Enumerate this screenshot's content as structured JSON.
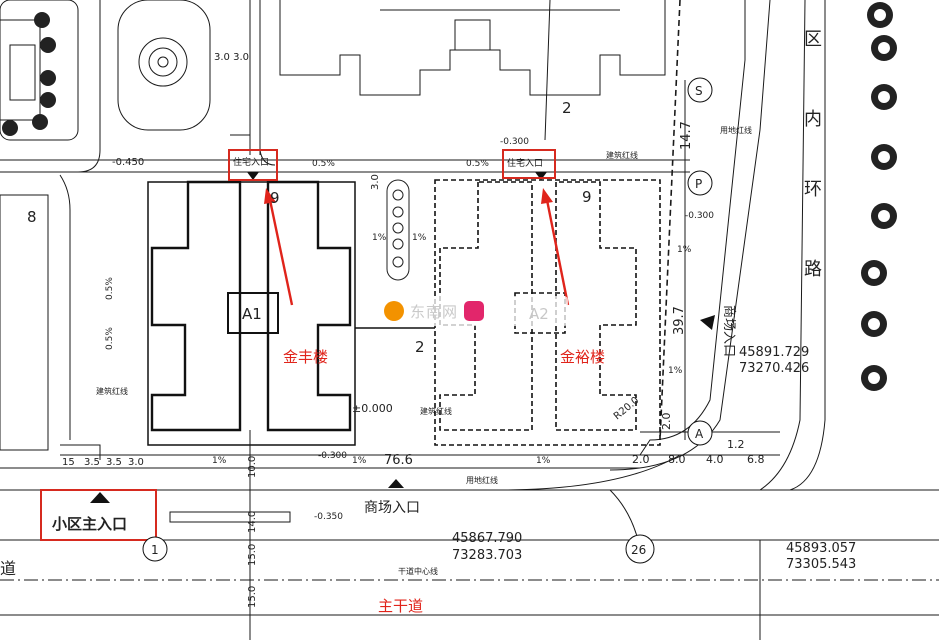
{
  "labels": {
    "residential_entrance": "住宅入口",
    "building_a1": "A1",
    "building_a2": "A2",
    "name_jinfeng": "金丰楼",
    "name_jinyu": "金裕楼",
    "floors_left": "9",
    "floors_right": "9",
    "floors_top": "2",
    "block_2": "2",
    "block_8": "8",
    "main_entrance": "小区主入口",
    "mall_entrance_bottom": "商场入口",
    "mall_entrance_right": "商场入口",
    "main_road": "主干道",
    "road_center_line": "干道中心线",
    "land_red_line": "用地红线",
    "building_red_line": "建筑红线",
    "inner_ring_road": [
      "区",
      "内",
      "环",
      "路"
    ],
    "road_left": "道",
    "circle_s": "S",
    "circle_p": "P",
    "circle_a": "A",
    "circle_1": "1",
    "circle_26": "26",
    "elev_zero": "±0.000",
    "elev_m300": "-0.300",
    "elev_m450": "-0.450",
    "elev_m350": "-0.350",
    "slope_05": "0.5%",
    "slope_1": "1%",
    "radius": "R20.0",
    "coord1_a": "45891.729",
    "coord1_b": "73270.426",
    "coord2_a": "45867.790",
    "coord2_b": "73283.703",
    "coord3_a": "45893.057",
    "coord3_b": "73305.543",
    "dim_766": "76.6",
    "dim_147": "14.7",
    "dim_397": "39.7",
    "dim_15": "15",
    "dim_30": "3.0",
    "dim_35": "3.5",
    "dim_100": "10.0",
    "dim_140": "14.0",
    "dim_150": "15.0",
    "dim_20": "2.0",
    "dim_80": "8.0",
    "dim_40": "4.0",
    "dim_12": "1.2",
    "dim_68": "6.8",
    "dim_3030": "3.0 3.0"
  },
  "watermark": {
    "text": "东南网"
  },
  "colors": {
    "red": "#e0241b",
    "line": "#1a1a1a"
  }
}
